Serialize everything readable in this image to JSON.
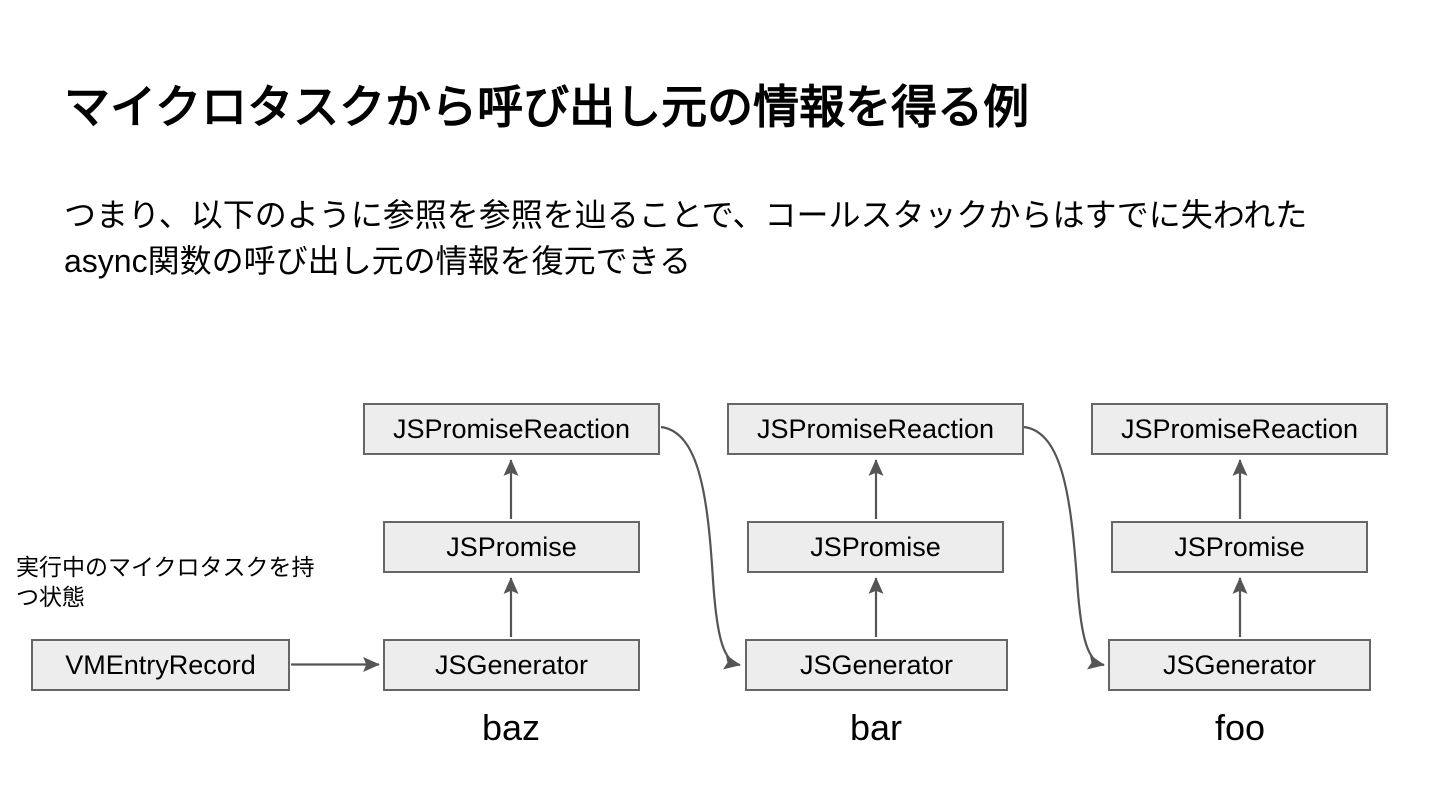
{
  "slide": {
    "title": "マイクロタスクから呼び出し元の情報を得る例",
    "body": "つまり、以下のように参照を参照を辿ることで、コールスタックからはすでに失われたasync関数の呼び出し元の情報を復元できる"
  },
  "diagram": {
    "annotation": "実行中のマイクロタスクを持つ状態",
    "entry_node": "VMEntryRecord",
    "columns": [
      {
        "label": "baz",
        "nodes": {
          "reaction": "JSPromiseReaction",
          "promise": "JSPromise",
          "generator": "JSGenerator"
        }
      },
      {
        "label": "bar",
        "nodes": {
          "reaction": "JSPromiseReaction",
          "promise": "JSPromise",
          "generator": "JSGenerator"
        }
      },
      {
        "label": "foo",
        "nodes": {
          "reaction": "JSPromiseReaction",
          "promise": "JSPromise",
          "generator": "JSGenerator"
        }
      }
    ],
    "colors": {
      "node_fill": "#ededed",
      "node_border": "#666666",
      "edge": "#555555",
      "background": "#ffffff",
      "text": "#000000"
    }
  }
}
